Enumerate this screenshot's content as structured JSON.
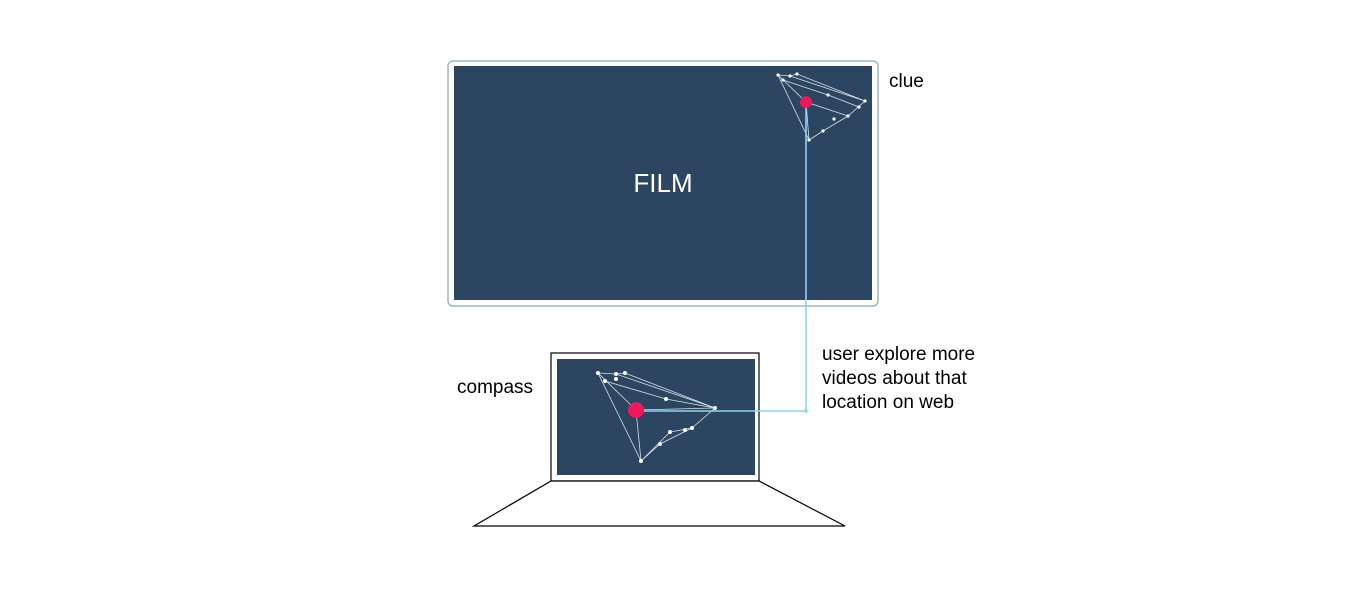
{
  "film": {
    "label": "FILM",
    "screen_color": "#2c4560",
    "frame_color": "#9fb3c0"
  },
  "labels": {
    "clue": "clue",
    "compass": "compass",
    "note_line1": "user explore more",
    "note_line2": "videos about that",
    "note_line3": "location on web"
  },
  "colors": {
    "marker": "#f0185a",
    "connector": "#8fd3f4",
    "wireframe": "#d8e2ea",
    "laptop_screen": "#2c4560"
  },
  "icons": {
    "clue_shape": "wireframe-constellation-icon",
    "compass_shape": "wireframe-constellation-icon"
  }
}
